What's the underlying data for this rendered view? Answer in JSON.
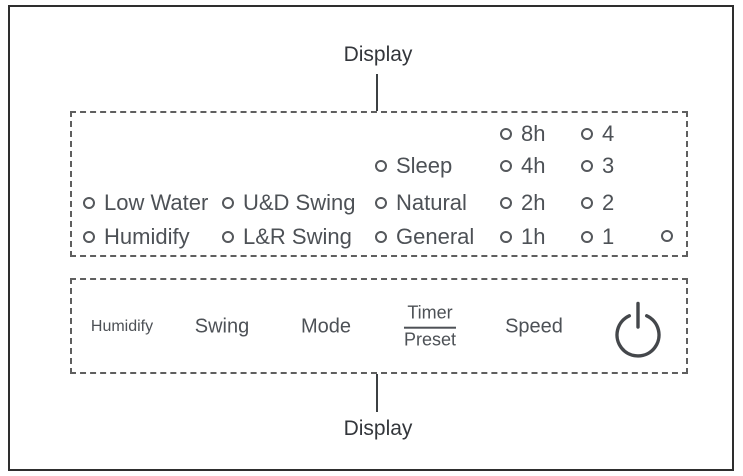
{
  "figure": {
    "top_callout_label": "Display",
    "bottom_callout_label": "Display"
  },
  "indicator_panel": {
    "items": [
      {
        "name": "timer-8h",
        "label": "8h"
      },
      {
        "name": "speed-4",
        "label": "4"
      },
      {
        "name": "mode-sleep",
        "label": "Sleep"
      },
      {
        "name": "timer-4h",
        "label": "4h"
      },
      {
        "name": "speed-3",
        "label": "3"
      },
      {
        "name": "low-water",
        "label": "Low Water"
      },
      {
        "name": "ud-swing",
        "label": "U&D Swing"
      },
      {
        "name": "mode-natural",
        "label": "Natural"
      },
      {
        "name": "timer-2h",
        "label": "2h"
      },
      {
        "name": "speed-2",
        "label": "2"
      },
      {
        "name": "humidify",
        "label": "Humidify"
      },
      {
        "name": "lr-swing",
        "label": "L&R Swing"
      },
      {
        "name": "mode-general",
        "label": "General"
      },
      {
        "name": "timer-1h",
        "label": "1h"
      },
      {
        "name": "speed-1",
        "label": "1"
      },
      {
        "name": "unlabeled-led",
        "label": ""
      }
    ]
  },
  "button_panel": {
    "humidify_label": "Humidify",
    "swing_label": "Swing",
    "mode_label": "Mode",
    "timer_label": "Timer",
    "preset_label": "Preset",
    "speed_label": "Speed",
    "power_icon": "power-icon"
  },
  "colors": {
    "text": "#4d5156",
    "callout_text": "#33363b",
    "dashed_border": "#5f5f5f",
    "outer_border": "#2e2e2e"
  }
}
